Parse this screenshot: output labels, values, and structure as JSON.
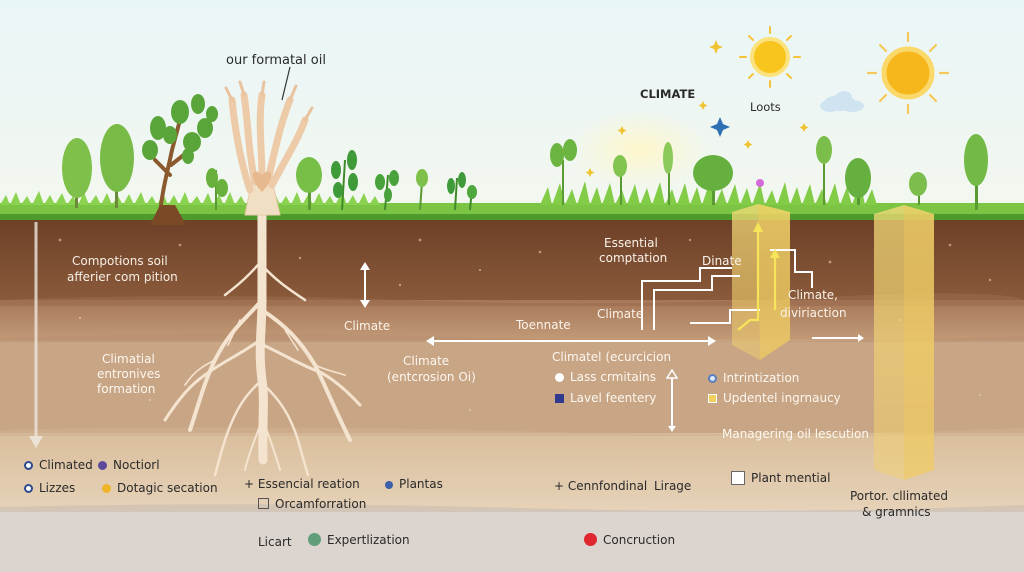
{
  "labels": {
    "root_title": "our formatal oil",
    "climate_top": "CLIMATE",
    "loots": "Loots",
    "compositions": "Compotions soil",
    "afferier": "afferier com pition",
    "climate_arrow": "Climate",
    "essential": "Essential",
    "comptation": "comptation",
    "dinate": "Dinate",
    "climate_mid": "Climate",
    "toennate": "Toennate",
    "climate_div_1": "Climate,",
    "climate_div_2": "diviriaction",
    "climatial_1": "Climatial",
    "climatial_2": "entronives",
    "climatial_3": "formation",
    "climate_ero_1": "Climate",
    "climate_ero_2": "(entcrosion Oi)",
    "climatel_ecurcicion": "Climatel (ecurcicion",
    "lass": "Lass crmitains",
    "lavel": "Lavel feentery",
    "intrintization": "Intrintization",
    "updentel": "Updentel ingrnaucy",
    "managering": "Managering oil lescution",
    "essencial_reation": "+ Essencial reation",
    "orcamforration": "Orcamforration",
    "plantas": "Plantas",
    "cennfondinal": "+ Cennfondinal",
    "lirage": "Lirage",
    "plant_mential": "Plant mential",
    "portor_1": "Portor. cllimated",
    "portor_2": "& gramnics",
    "climated": "Climated",
    "noctiorl": "Noctiorl",
    "lizzes": "Lizzes",
    "dotagic": "Dotagic secation",
    "licart": "Licart",
    "expertlization": "Expertlization",
    "concruction": "Concruction"
  },
  "colors": {
    "sky": "#e4f3f6",
    "grass": "#6fbf3c",
    "topsoil": "#7b4a2e",
    "subsoil": "#a8795a",
    "sand": "#dcc0a0",
    "bedrock": "#d9d2cc",
    "sun": "#f6c21c",
    "root": "#f3e2cc",
    "expertlization_dot": "#5f9e79",
    "concruction_dot": "#e0262e",
    "dotagic_dot": "#f0b429",
    "noctiorl_dot": "#5b4a9c"
  }
}
